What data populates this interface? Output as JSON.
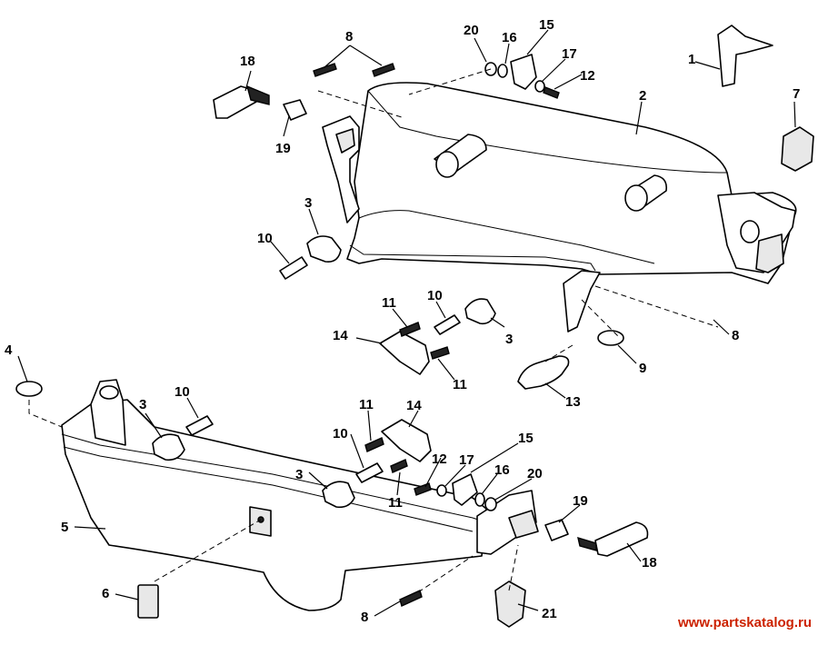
{
  "watermark": "www.partskatalog.ru",
  "accent_color": "#cc2200",
  "callouts": {
    "c1": "1",
    "c2": "2",
    "c3a": "3",
    "c3b": "3",
    "c3c": "3",
    "c3d": "3",
    "c4": "4",
    "c5": "5",
    "c6": "6",
    "c7": "7",
    "c8a": "8",
    "c8b": "8",
    "c8c": "8",
    "c9": "9",
    "c10a": "10",
    "c10b": "10",
    "c10c": "10",
    "c10d": "10",
    "c11a": "11",
    "c11b": "11",
    "c11c": "11",
    "c11d": "11",
    "c12a": "12",
    "c12b": "12",
    "c13": "13",
    "c14a": "14",
    "c14b": "14",
    "c15a": "15",
    "c15b": "15",
    "c16a": "16",
    "c16b": "16",
    "c17a": "17",
    "c17b": "17",
    "c18a": "18",
    "c18b": "18",
    "c19a": "19",
    "c19b": "19",
    "c20a": "20",
    "c20b": "20",
    "c21": "21"
  }
}
